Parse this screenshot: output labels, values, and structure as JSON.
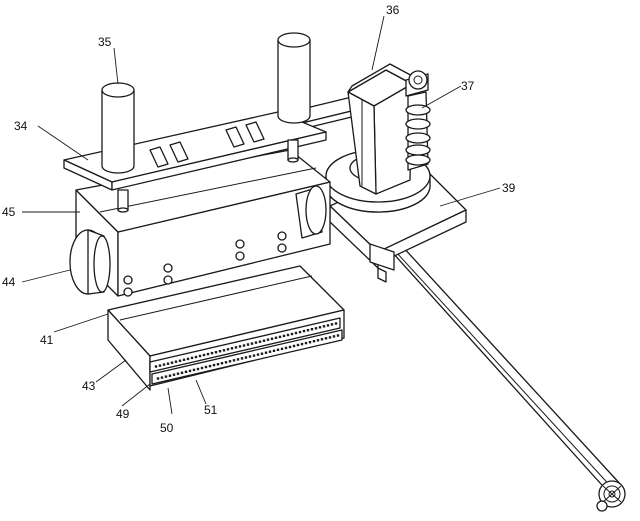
{
  "labels": {
    "l34": "34",
    "l35": "35",
    "l36": "36",
    "l37": "37",
    "l39": "39",
    "l41": "41",
    "l43": "43",
    "l44": "44",
    "l45": "45",
    "l49": "49",
    "l50": "50",
    "l51": "51"
  }
}
